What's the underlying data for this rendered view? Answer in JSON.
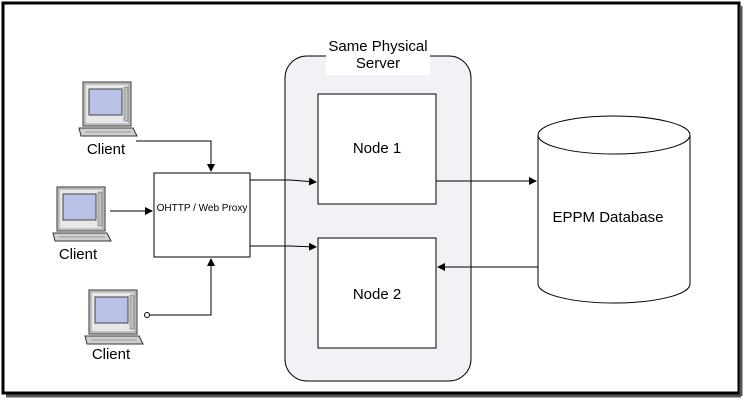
{
  "diagram": {
    "server_group": {
      "label": "Same Physical Server"
    },
    "clients": [
      {
        "label": "Client"
      },
      {
        "label": "Client"
      },
      {
        "label": "Client"
      }
    ],
    "proxy": {
      "label": "OHTTP / Web Proxy"
    },
    "nodes": [
      {
        "label": "Node 1"
      },
      {
        "label": "Node 2"
      }
    ],
    "database": {
      "label": "EPPM Database"
    }
  },
  "colors": {
    "frame": "#000000",
    "server_fill": "#f0f2f6",
    "computer_screen": "#b9c2e6",
    "computer_body": "#d6d6d6"
  },
  "icons": [
    "desktop-computer-icon"
  ]
}
